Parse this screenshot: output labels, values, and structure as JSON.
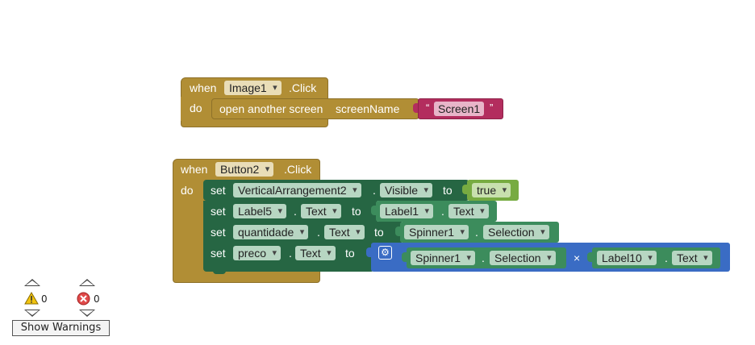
{
  "block1": {
    "when": "when",
    "component": "Image1",
    "event": ".Click",
    "do": "do",
    "action": "open another screen",
    "param": "screenName",
    "quote_open": "“",
    "value": "Screen1",
    "quote_close": "”"
  },
  "block2": {
    "when": "when",
    "component": "Button2",
    "event": ".Click",
    "do": "do",
    "rows": [
      {
        "set": "set",
        "component": "VerticalArrangement2",
        "dot": ".",
        "property": "Visible",
        "to": "to",
        "value": "true"
      },
      {
        "set": "set",
        "component": "Label5",
        "dot": ".",
        "property": "Text",
        "to": "to",
        "v_component": "Label1",
        "v_dot": ".",
        "v_property": "Text"
      },
      {
        "set": "set",
        "component": "quantidade",
        "dot": ".",
        "property": "Text",
        "to": "to",
        "v_component": "Spinner1",
        "v_dot": ".",
        "v_property": "Selection"
      },
      {
        "set": "set",
        "component": "preco",
        "dot": ".",
        "property": "Text",
        "to": "to",
        "a_component": "Spinner1",
        "a_dot": ".",
        "a_property": "Selection",
        "op": "×",
        "b_component": "Label10",
        "b_dot": ".",
        "b_property": "Text"
      }
    ]
  },
  "warnings": {
    "warning_count": "0",
    "error_count": "0",
    "button_label": "Show Warnings",
    "colors": {
      "warning": "#f2c40f",
      "error": "#e04a4a"
    }
  },
  "colors": {
    "event": "#b18e35",
    "text_join": "#b32d5e",
    "setter": "#266643",
    "getter": "#3c8c5c",
    "boolean": "#77ab41",
    "math": "#3a6cc4"
  }
}
